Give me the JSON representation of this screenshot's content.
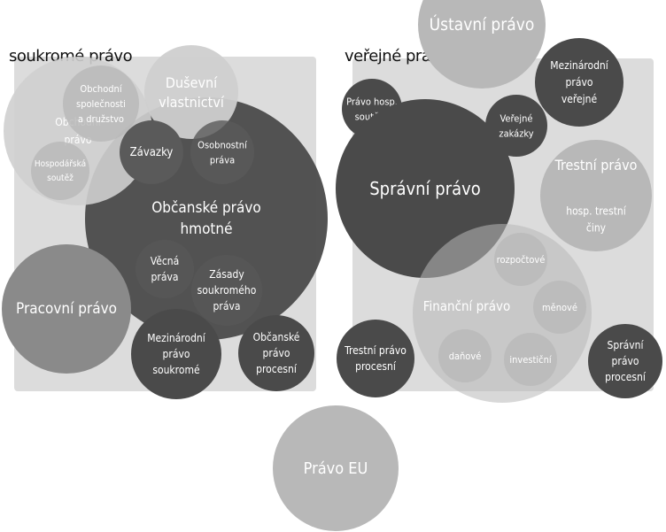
{
  "groups": [
    {
      "id": "private",
      "label": "soukromé právo"
    },
    {
      "id": "public",
      "label": "veřejné právo"
    }
  ],
  "tones": {
    "dark": "#4a4a4a",
    "darker": "#5a5a5a",
    "mid": "#8a8a8a",
    "light": "#b8b8b8",
    "pale": "#cfcfcf",
    "text_light": "#ffffff",
    "text_dim": "#e6e6e6"
  },
  "nodes": [
    {
      "id": "obcanske-pravo-hmotne",
      "group": "private",
      "lines": [
        "Občanské právo",
        "hmotné"
      ]
    },
    {
      "id": "obchodni-pravo",
      "group": "private",
      "lines": [
        "Obchodní",
        "právo"
      ]
    },
    {
      "id": "obchodni-spolecnosti",
      "group": "private",
      "lines": [
        "Obchodní",
        "společnosti",
        "a družstvo"
      ]
    },
    {
      "id": "hospodarska-soutez",
      "group": "private",
      "lines": [
        "Hospodářská",
        "soutěž"
      ]
    },
    {
      "id": "dusevni-vlastnictvi",
      "group": "private",
      "lines": [
        "Duševní",
        "vlastnictví"
      ]
    },
    {
      "id": "zavazky",
      "group": "private",
      "lines": [
        "Závazky"
      ]
    },
    {
      "id": "osobnostni-prava",
      "group": "private",
      "lines": [
        "Osobnostní",
        "práva"
      ]
    },
    {
      "id": "vecna-prava",
      "group": "private",
      "lines": [
        "Věcná",
        "práva"
      ]
    },
    {
      "id": "zasady-soukromeho-prava",
      "group": "private",
      "lines": [
        "Zásady",
        "soukromého",
        "práva"
      ]
    },
    {
      "id": "pracovni-pravo",
      "group": "private",
      "lines": [
        "Pracovní právo"
      ]
    },
    {
      "id": "mezinarodni-pravo-soukrome",
      "group": "private",
      "lines": [
        "Mezinárodní",
        "právo",
        "soukromé"
      ]
    },
    {
      "id": "obcanske-pravo-procesni",
      "group": "private",
      "lines": [
        "Občanské",
        "právo",
        "procesní"
      ]
    },
    {
      "id": "ustavni-pravo",
      "group": "public",
      "lines": [
        "Ústavní právo"
      ]
    },
    {
      "id": "mezinarodni-pravo-verejne",
      "group": "public",
      "lines": [
        "Mezinárodní",
        "právo",
        "veřejné"
      ]
    },
    {
      "id": "pravo-hosp-souteze",
      "group": "public",
      "lines": [
        "Právo hosp.",
        "soutěže"
      ]
    },
    {
      "id": "spravni-pravo",
      "group": "public",
      "lines": [
        "Správní právo"
      ]
    },
    {
      "id": "verejne-zakazky",
      "group": "public",
      "lines": [
        "Veřejné",
        "zakázky"
      ]
    },
    {
      "id": "trestni-pravo",
      "group": "public",
      "lines": [
        "Trestní právo"
      ]
    },
    {
      "id": "hosp-trestni-ciny",
      "group": "public",
      "lines": [
        "hosp. trestní",
        "činy"
      ]
    },
    {
      "id": "financni-pravo",
      "group": "public",
      "lines": [
        "Finanční právo"
      ]
    },
    {
      "id": "rozpoctove",
      "group": "public",
      "lines": [
        "rozpočtové"
      ]
    },
    {
      "id": "menove",
      "group": "public",
      "lines": [
        "měnové"
      ]
    },
    {
      "id": "danove",
      "group": "public",
      "lines": [
        "daňové"
      ]
    },
    {
      "id": "investicni",
      "group": "public",
      "lines": [
        "investiční"
      ]
    },
    {
      "id": "trestni-pravo-procesni",
      "group": "public",
      "lines": [
        "Trestní právo",
        "procesní"
      ]
    },
    {
      "id": "spravni-pravo-procesni",
      "group": "public",
      "lines": [
        "Správní",
        "právo",
        "procesní"
      ]
    },
    {
      "id": "pravo-eu",
      "group": "none",
      "lines": [
        "Právo EU"
      ]
    }
  ]
}
